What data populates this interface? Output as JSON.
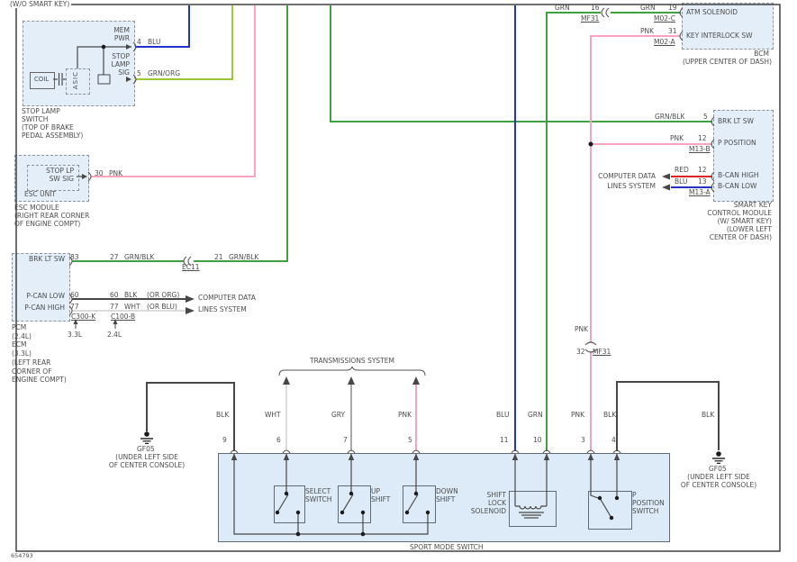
{
  "page": {
    "variant_note": "(W/O SMART KEY)",
    "footer_id": "654793"
  },
  "colors": {
    "blu": "#2233cc",
    "grn": "#3fa13f",
    "grn_org": "#9bc835",
    "pnk": "#f9a3bd",
    "red": "#dd2222",
    "blk": "#474747",
    "wht": "#dcdcdc",
    "gry": "#a8a8a8",
    "module_fill": "#e3eef9"
  },
  "stop_lamp": {
    "pin_mem": "MEM\nPWR",
    "pin_sig": "STOP\nLAMP\nSIG",
    "coil": "COIL",
    "asic": "ASIC",
    "n4": "4",
    "w4": "BLU",
    "n5": "5",
    "w5": "GRN/ORG",
    "caption": "STOP LAMP\nSWITCH\n(TOP OF BRAKE\nPEDAL ASSEMBLY)"
  },
  "bcm": {
    "atm": "ATM SOLENOID",
    "key_interlock": "KEY INTERLOCK SW",
    "grn_l": "GRN",
    "n16": "16",
    "mf31": "MF31",
    "grn_r": "GRN",
    "n19": "19",
    "m02c": "M02-C",
    "pnk": "PNK",
    "n31": "31",
    "m02a": "M02-A",
    "cap1": "BCM",
    "cap2": "(UPPER CENTER OF DASH)"
  },
  "esc": {
    "inner": "STOP LP\nSW SIG",
    "unit": "ESC UNIT",
    "n30": "30",
    "pnk": "PNK",
    "caption": "ESC MODULE\n(RIGHT REAR CORNER\nOF ENGINE COMPT)"
  },
  "pcm": {
    "brk": "BRK LT SW",
    "pcan_low": "P-CAN LOW",
    "pcan_high": "P-CAN HIGH",
    "n63": "83",
    "n27": "27",
    "grnblk1": "GRN/BLK",
    "ec11": "EC11",
    "n21": "21",
    "grnblk2": "GRN/BLK",
    "n60a": "60",
    "n60b": "60",
    "blk": "BLK",
    "or_org": "(OR ORG)",
    "n77a": "77",
    "n77b": "77",
    "wht": "WHT",
    "or_blu": "(OR BLU)",
    "c300k": "C300-K",
    "c100b": "C100-B",
    "l33": "3.3L",
    "l24": "2.4L",
    "cdl": "COMPUTER DATA\nLINES SYSTEM",
    "caption": "PCM\n(2.4L)\nECM\n(3.3L)\n(LEFT REAR\nCORNER OF\nENGINE COMPT)"
  },
  "smart_key": {
    "brk": "BRK LT SW",
    "ppos": "P POSITION",
    "bcan_high": "B-CAN HIGH",
    "bcan_low": "B-CAN LOW",
    "grnblk": "GRN/BLK",
    "n5": "5",
    "pnk": "PNK",
    "n12a": "12",
    "m13b": "M13-B",
    "red": "RED",
    "n12b": "12",
    "blu": "BLU",
    "n13": "13",
    "m13a": "M13-A",
    "cdl": "COMPUTER DATA\nLINES SYSTEM",
    "caption": "SMART KEY\nCONTROL MODULE\n(W/ SMART KEY)\n(LOWER LEFT\nCENTER OF DASH)"
  },
  "mid_connector": {
    "pnk": "PNK",
    "n32": "32",
    "mf31": "MF31"
  },
  "trans": {
    "title": "TRANSMISSIONS SYSTEM"
  },
  "sport": {
    "caption": "SPORT MODE SWITCH",
    "wires": [
      "BLK",
      "WHT",
      "GRY",
      "PNK",
      "BLU",
      "GRN",
      "PNK",
      "BLK"
    ],
    "pins": [
      "9",
      "6",
      "7",
      "5",
      "11",
      "10",
      "3",
      "4"
    ],
    "select": "SELECT\nSWITCH",
    "up": "UP\nSHIFT",
    "down": "DOWN\nSHIFT",
    "solenoid": "SHIFT\nLOCK\nSOLENOID",
    "ppos": "P\nPOSITION\nSWITCH"
  },
  "grounds": {
    "left": {
      "id": "GF05",
      "loc": "(UNDER LEFT SIDE\nOF CENTER CONSOLE)"
    },
    "right": {
      "id": "GF05",
      "loc": "(UNDER LEFT SIDE\nOF CENTER CONSOLE)",
      "wire": "BLK"
    }
  }
}
